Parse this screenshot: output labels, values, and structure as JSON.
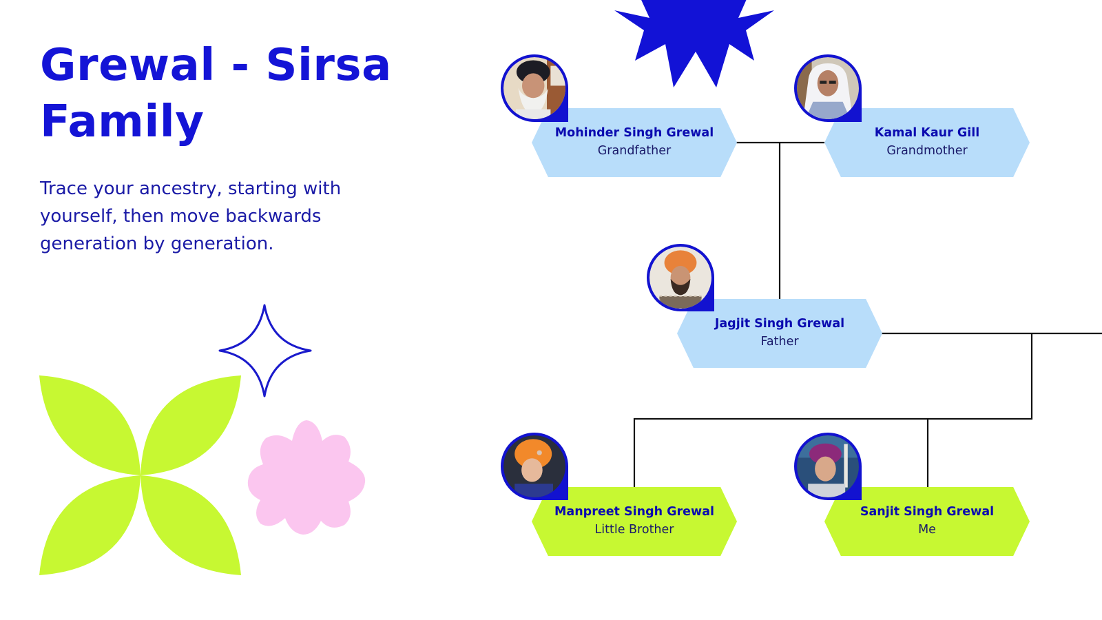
{
  "page": {
    "title": "Grewal - Sirsa Family",
    "subtitle": "Trace your ancestry, starting with yourself, then move backwards generation by generation."
  },
  "colors": {
    "accent": "#1212d6",
    "node_blue": "#b8ddfa",
    "node_green": "#c7f832",
    "petal_green": "#c7f832",
    "flower_pink": "#fbc6ef",
    "line": "#111111"
  },
  "members": [
    {
      "name": "Mohinder Singh Grewal",
      "role": "Grandfather"
    },
    {
      "name": "Kamal Kaur Gill",
      "role": "Grandmother"
    },
    {
      "name": "Jagjit Singh Grewal",
      "role": "Father"
    },
    {
      "name": "Manpreet Singh Grewal",
      "role": "Little Brother"
    },
    {
      "name": "Sanjit Singh Grewal",
      "role": "Me"
    }
  ],
  "icons": {
    "burst": "blue-starburst-icon",
    "sparkle": "outline-sparkle-icon",
    "petals": "green-petal-flower-icon",
    "blob": "pink-star-flower-icon",
    "avatar": "member-portrait-icon"
  }
}
